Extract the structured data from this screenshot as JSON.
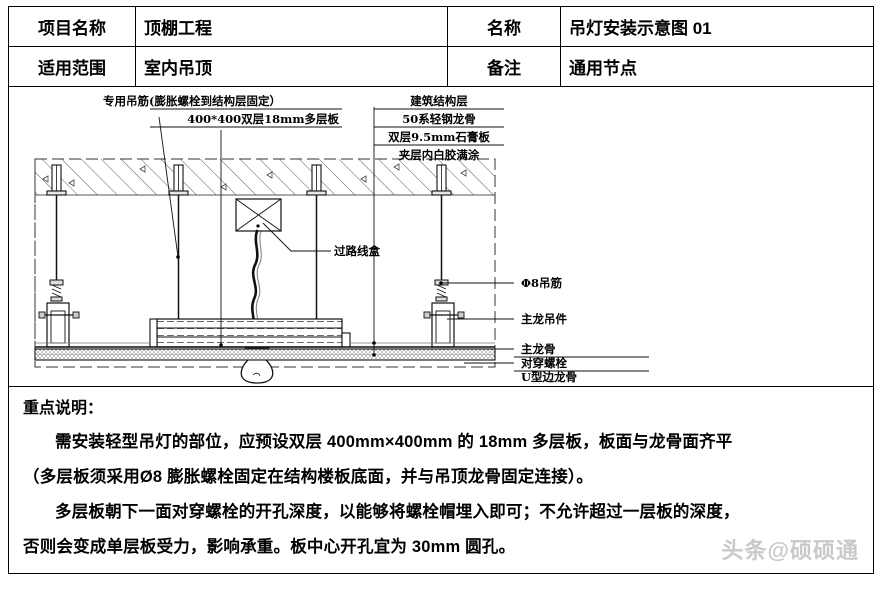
{
  "header": {
    "rows": [
      {
        "label": "项目名称",
        "value": "顶棚工程",
        "label2": "名称",
        "value2": "吊灯安装示意图 01"
      },
      {
        "label": "适用范围",
        "value": "室内吊顶",
        "label2": "备注",
        "value2": "通用节点"
      }
    ]
  },
  "diagram": {
    "labels": {
      "hanger_rod": "专用吊筋(膨胀螺栓到结构层固定）",
      "multilayer_board": "400*400双层18mm多层板",
      "junction_box": "过路线盒",
      "structure_layer": "建筑结构层",
      "light_steel_keel": "50系轻钢龙骨",
      "gypsum_board": "双层9.5mm石膏板",
      "white_glue": "夹层内白胶满涂",
      "phi8_rod": "Φ8吊筋",
      "main_keel_hanger": "主龙吊件",
      "main_keel": "主龙骨",
      "through_bolt": "对穿螺栓",
      "u_edge_keel": "U型边龙骨"
    },
    "colors": {
      "line": "#000000",
      "hatch": "#555555",
      "fill_light": "#f2f2f2",
      "stipple": "#909090"
    }
  },
  "notes": {
    "title": "重点说明：",
    "paragraphs": [
      "需安装轻型吊灯的部位，应预设双层 400mm×400mm 的 18mm 多层板，板面与龙骨面齐平",
      "（多层板须采用Ø8 膨胀螺栓固定在结构楼板底面，并与吊顶龙骨固定连接）。",
      "多层板朝下一面对穿螺栓的开孔深度，以能够将螺栓帽埋入即可；不允许超过一层板的深度，",
      "否则会变成单层板受力，影响承重。板中心开孔宜为 30mm 圆孔。"
    ]
  },
  "watermark": {
    "text": "头条@硕硕通"
  }
}
